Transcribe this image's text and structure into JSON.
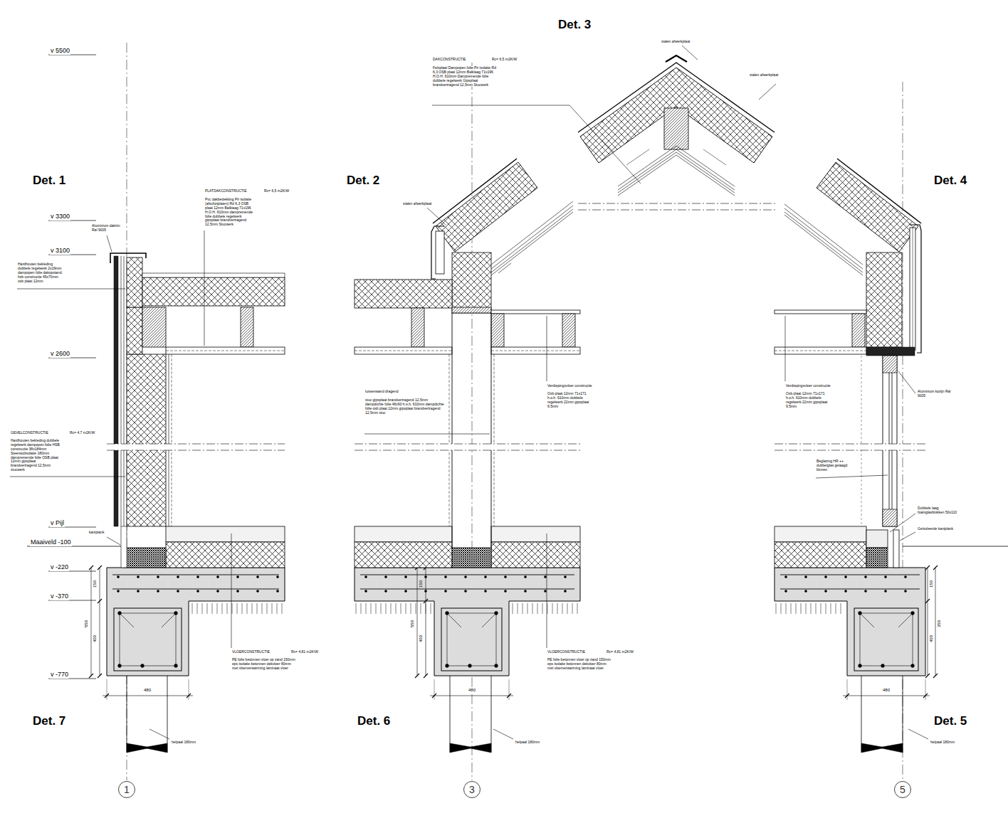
{
  "diagram": {
    "nodes": [
      {
        "text": [
          "1"
        ]
      },
      {
        "text": [
          "3"
        ]
      },
      {
        "text": [
          "5"
        ]
      }
    ],
    "labels": [
      "Det. 3",
      "Det. 1",
      "Det. 2",
      "Det. 4",
      "Det. 7",
      "Det. 6",
      "Det. 5",
      "v 5500",
      "v 3300",
      "v 3100",
      "v 2600",
      "v Pijl",
      "Maaiveld -100",
      "v -220",
      "v -370",
      "v -770",
      "Aluminium dakrim Ral 9005",
      "Hardhouten bekleding dubbele regelwerk 2x19mm dampopen folie dakopstand: hsb constructie 45x70mm osb plaat 12mm",
      "PLATDAKCONSTRUCTIE",
      "Rc= 6,5 m2K/W",
      "Pvc dakbedekking Pir isolatie (afschotplaten) Rd 6,3 OSB plaat 12mm Balklaag 71x196 H.O.H. 610mm dampremende folie dubbele regelwerk gipsplaat brandvertragend 12,5mm Stucwerk",
      "GEVELCONSTRUCTIE",
      "Rc= 4,7 m2K/W",
      "Hardhouten bekleding dubbele regelwerk dampopen folie HSB constructie 38x184mm Steenwolisolatie 180mm dampremende folie OSB plaat 12mm gipsplaat brandvertragend 12,5mm stucwerk",
      "kantplank",
      "150",
      "550",
      "400",
      "480",
      "helpaal 180mm",
      "VLOERCONSTRUCTIE",
      "Rc= 4,81 m2K/W",
      "PE folie betonnen vloer op zand 150mm eps isolatie betonnen dekvloer 80mm met vloerverwarming laminaat vloer",
      "DAKCONSTRUCTIE",
      "Rc= 6,5 m2K/W",
      "Felsplaat Dampopen folie Pir isolatie Rd 6,3 OSB plaat 12mm Balklaag 71x196 H.O.H. 610mm Dampremende folie dubbele regelwerk Gipsplaat brandvertragend 12,5mm Stucwerk",
      "stalen afwerkplaat",
      "stalen afwerkplaat",
      "stalen afwerkplaat",
      "tussenwand dragend",
      "stuc gipsplaat brandvertragend 12,5mm dampdichte folie 46x90 h.o.h. 610mm dampdichte folie osb plaat 12mm gipsplaat brandvertragend 12,5mm stuc",
      "Verdiepingsvloer constructie",
      "Osb plaat 12mm 71x171 h.o.h. 610mm dubbele regelwerk 22mm gipsplaat 9,5mm",
      "150",
      "550",
      "400",
      "480",
      "helpaal 180mm",
      "VLOERCONSTRUCTIE",
      "Rc= 4,81 m2K/W",
      "PE folie betonnen vloer op zand 150mm eps isolatie betonnen dekvloer 80mm met vloerverwarming laminaat vloer",
      "Verdiepingsvloer constructie",
      "Osb plaat 12mm 71x171 h.o.h. 610mm dubbele regelwerk 22mm gipsplaat 9,5mm",
      "Aluminium kozijn Ral 9005",
      "Beglazing HR ++ dubbelglas gelaagd binnen",
      "Dubbele laag foamglasblokken 50x110",
      "Geïsoleerde kantplank",
      "150",
      "350",
      "400",
      "480",
      "helpaal 180mm"
    ]
  }
}
